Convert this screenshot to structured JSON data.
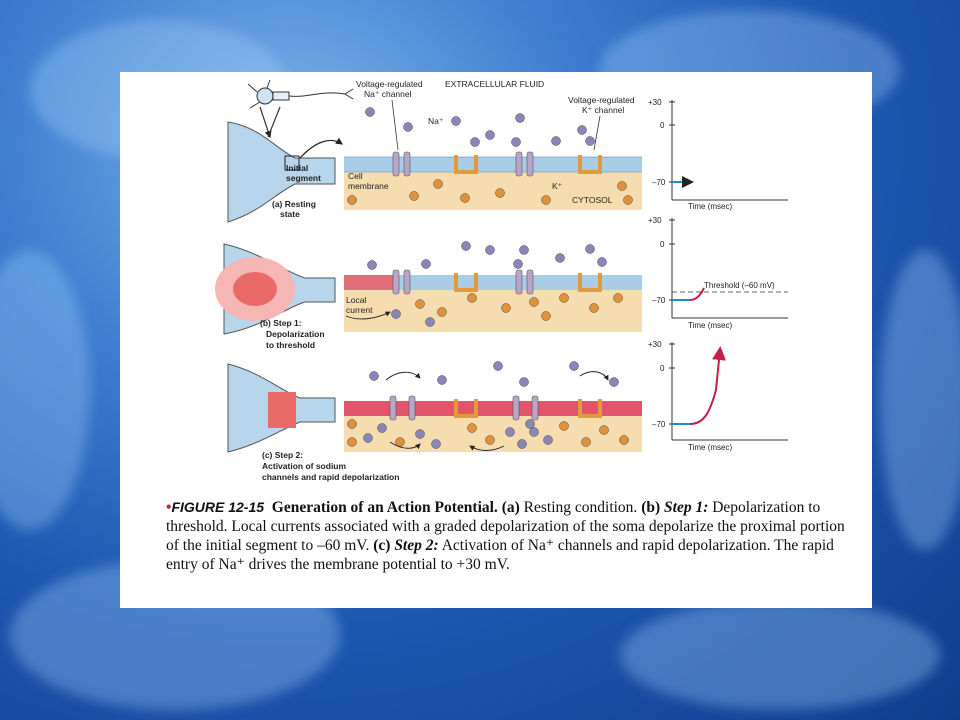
{
  "figure": {
    "labels": {
      "voltage_na_l1": "Voltage-regulated",
      "voltage_na_l2": "Na⁺ channel",
      "extracellular": "EXTRACELLULAR FLUID",
      "voltage_k_l1": "Voltage-regulated",
      "voltage_k_l2": "K⁺ channel",
      "na_ion": "Na⁺",
      "initial_segment_l1": "Initial",
      "initial_segment_l2": "segment",
      "cell_membrane_l1": "Cell",
      "cell_membrane_l2": "membrane",
      "k_ion": "K⁺",
      "cytosol": "CYTOSOL",
      "local_current_l1": "Local",
      "local_current_l2": "current",
      "threshold": "Threshold (–60 mV)"
    },
    "panels": {
      "a_l1": "(a) Resting",
      "a_l2": "state",
      "b_l1": "(b) Step 1:",
      "b_l2": "Depolarization",
      "b_l3": "to threshold",
      "c_l1": "(c) Step 2:",
      "c_l2": "Activation of sodium",
      "c_l3": "channels and rapid depolarization"
    },
    "graphs": {
      "tick_p30": "+30",
      "tick_0": "0",
      "tick_m70": "–70",
      "time_label": "Time (msec)"
    }
  },
  "caption": {
    "bullet": "•",
    "figure_label": "FIGURE 12-15",
    "title": "Generation of an Action Potential.",
    "a_tag": "(a)",
    "a_text": "Resting condition.",
    "b_tag": "(b)",
    "b_step": "Step 1:",
    "b_text": "Depolarization to threshold. Local currents associated with a graded depolarization of the soma depolarize the proximal portion of the initial segment to –60 mV.",
    "c_tag": "(c)",
    "c_step": "Step 2:",
    "c_text": "Activation of Na⁺ channels and rapid depolarization. The rapid entry of Na⁺ drives the membrane potential to +30 mV."
  },
  "colors": {
    "membrane_blue": "#a9cde6",
    "membrane_red": "#e0556a",
    "cytosol": "#f5ddb0",
    "channel_purple": "#b9a5c8",
    "channel_orange": "#e39a3c",
    "na_ion": "#8c85b8",
    "k_ion": "#e0913a",
    "trace_blue": "#1f8fc8",
    "trace_red": "#c81e4a"
  }
}
